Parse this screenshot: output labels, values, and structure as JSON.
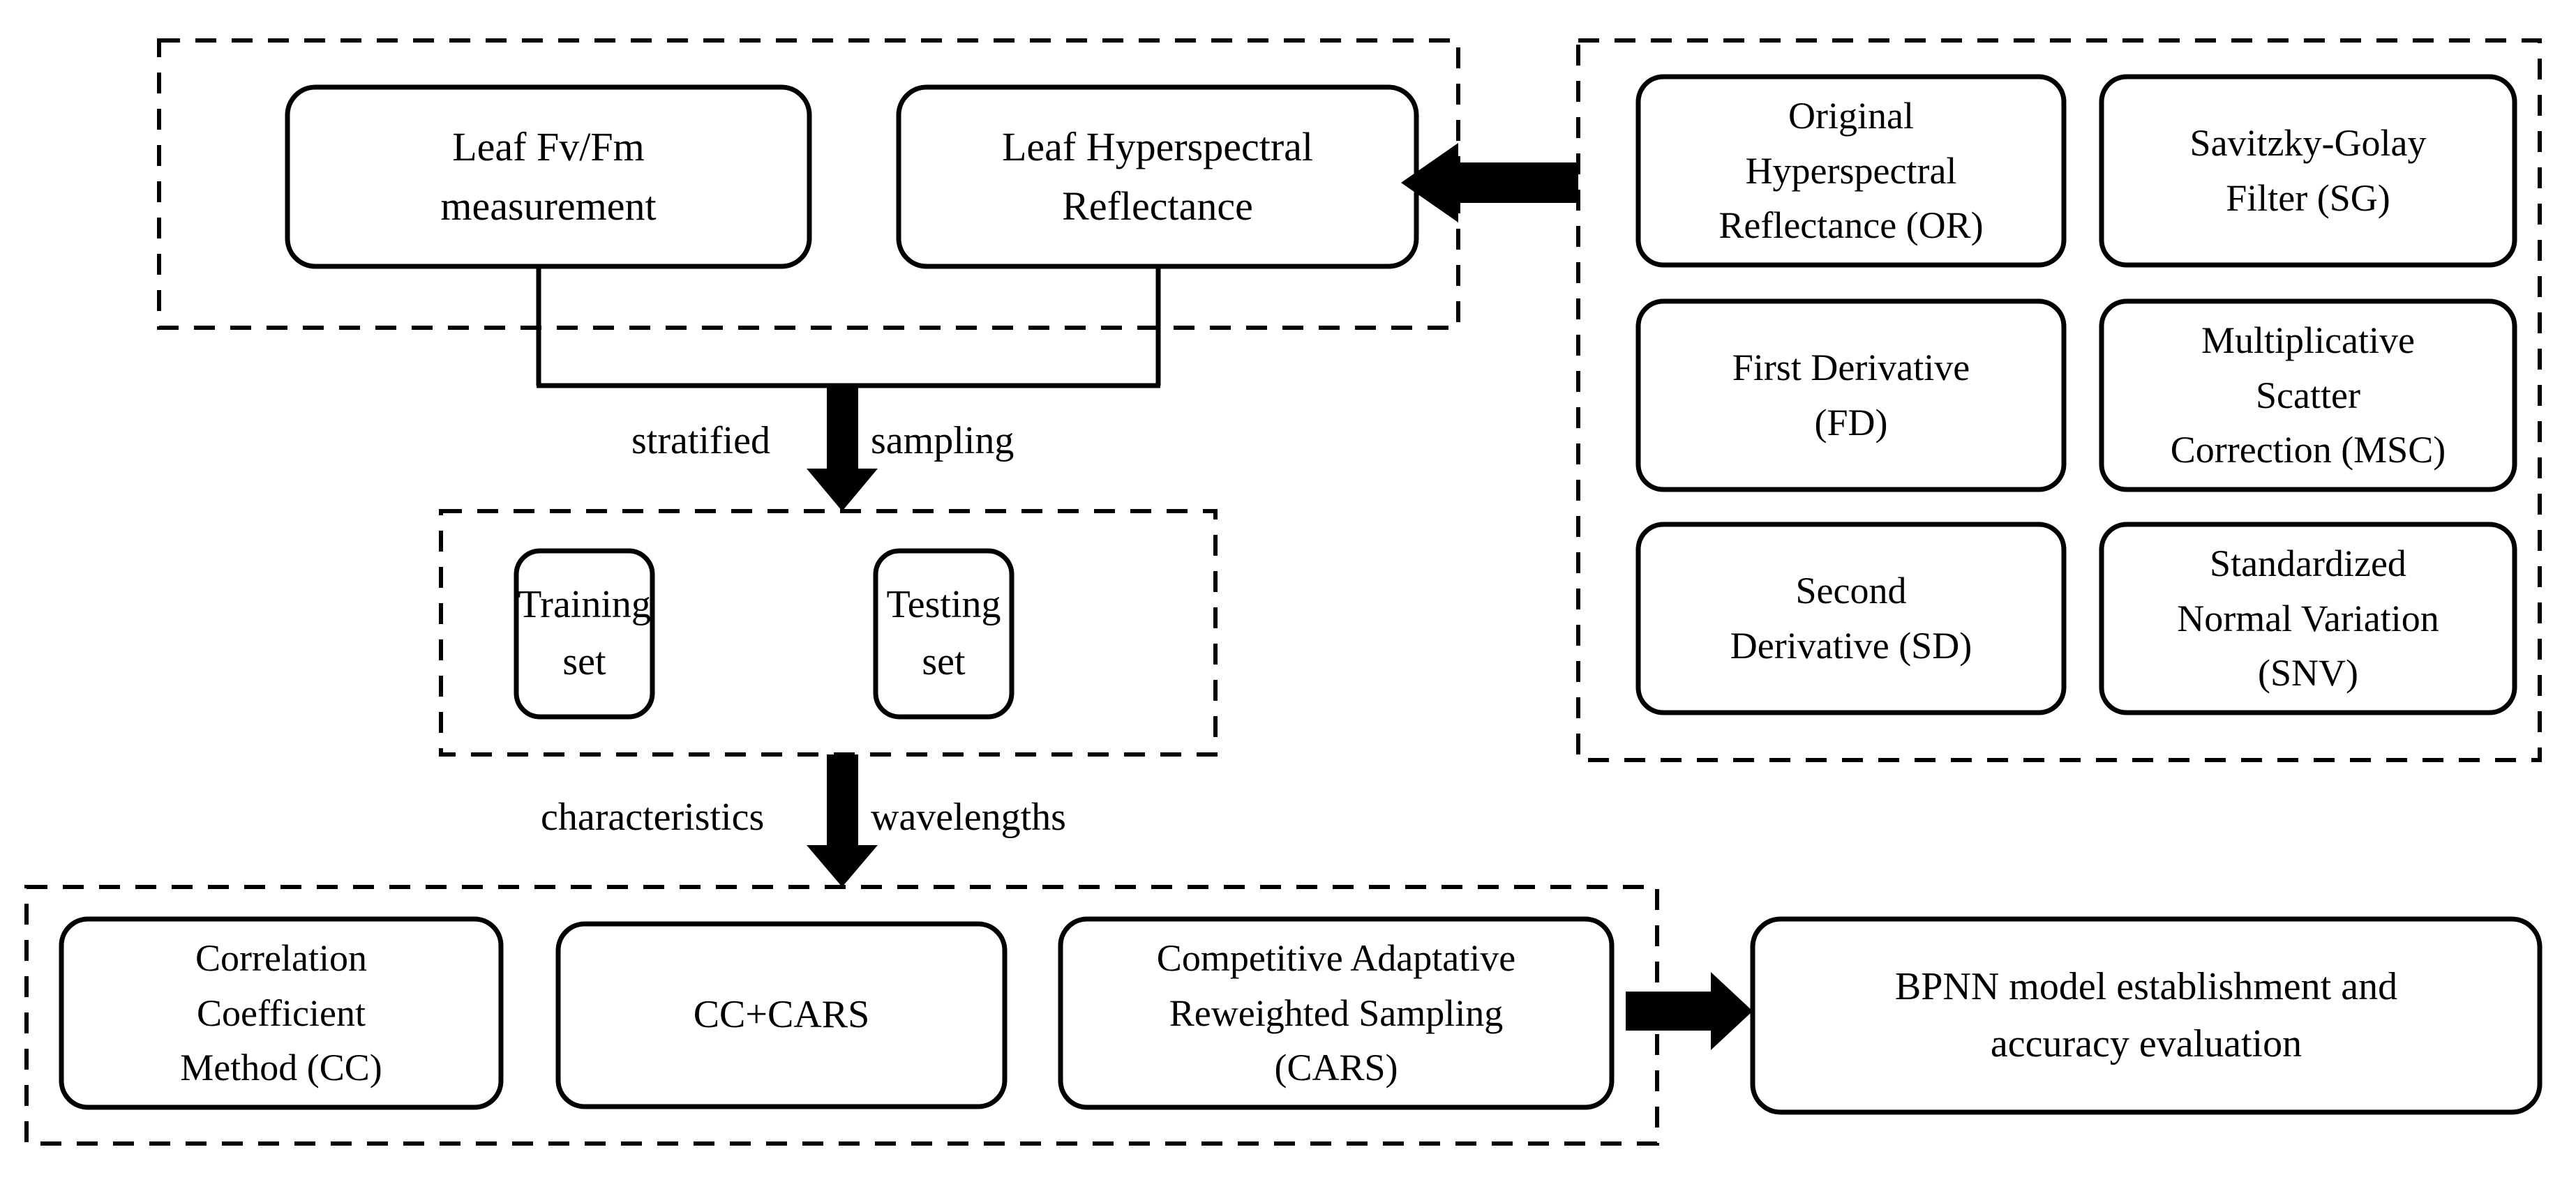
{
  "diagram": {
    "title": "Hyperspectral leaf Fv/Fm modelling workflow",
    "colors": {
      "stroke": "#000000",
      "fill": "#ffffff",
      "background": "#ffffff"
    }
  },
  "groups": {
    "acquisition": {
      "name": "acquisition-group"
    },
    "preprocessing": {
      "name": "preprocessing-group"
    },
    "dataset_split": {
      "name": "dataset-split-group"
    },
    "feature_selection": {
      "name": "feature-selection-group"
    }
  },
  "nodes": {
    "fvfm": {
      "label": "Leaf Fv/Fm\nmeasurement"
    },
    "reflectance": {
      "label": "Leaf Hyperspectral\nReflectance"
    },
    "training": {
      "label": "Training\nset"
    },
    "testing": {
      "label": "Testing\nset"
    },
    "or": {
      "label": "Original\nHyperspectral\nReflectance (OR)"
    },
    "sg": {
      "label": "Savitzky-Golay\nFilter (SG)"
    },
    "fd": {
      "label": "First Derivative\n(FD)"
    },
    "msc": {
      "label": "Multiplicative\nScatter\nCorrection (MSC)"
    },
    "sd": {
      "label": "Second\nDerivative (SD)"
    },
    "snv": {
      "label": "Standardized\nNormal Variation\n(SNV)"
    },
    "cc": {
      "label": "Correlation\nCoefficient\nMethod (CC)"
    },
    "cccars": {
      "label": "CC+CARS"
    },
    "cars": {
      "label": "Competitive Adaptative\nReweighted Sampling\n(CARS)"
    },
    "bpnn": {
      "label": "BPNN model establishment and\naccuracy evaluation"
    }
  },
  "edges": {
    "preprocess_to_reflectance": {
      "label": ""
    },
    "split": {
      "label_left": "stratified",
      "label_right": "sampling"
    },
    "features": {
      "label_left": "characteristics",
      "label_right": "wavelengths"
    },
    "to_model": {
      "label": ""
    }
  }
}
